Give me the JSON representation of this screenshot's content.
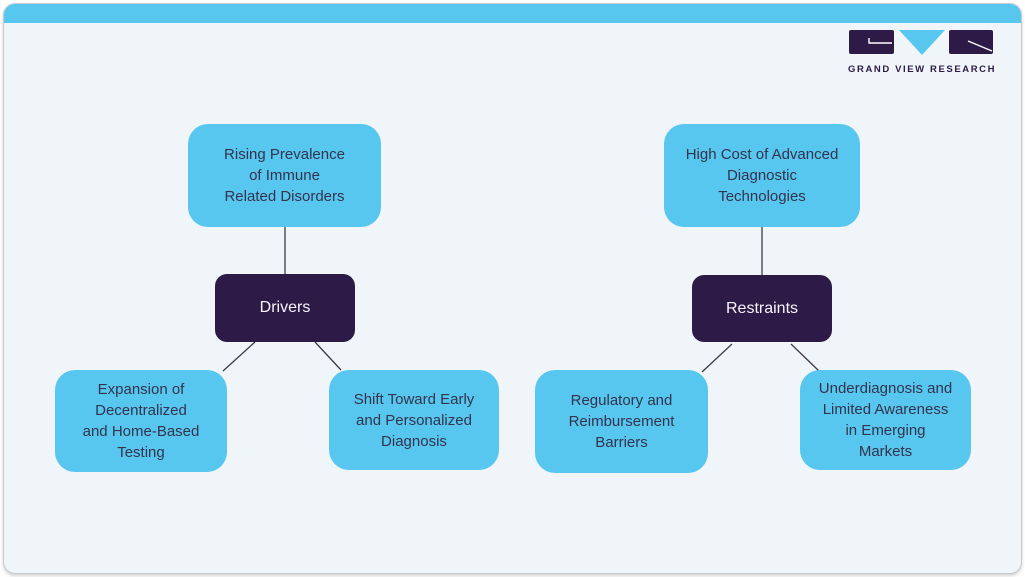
{
  "brand": {
    "logo_text": "GRAND VIEW RESEARCH",
    "logo_marks": [
      "g-mark",
      "v-mark",
      "r-mark"
    ]
  },
  "colors": {
    "accent": "#57C7F0",
    "dark": "#2E1A47",
    "bg": "#EFF5F9",
    "text": "#33334D",
    "connector": "#3f3a45"
  },
  "diagram": {
    "drivers": {
      "label": "Drivers",
      "top_factor": "Rising Prevalence\nof Immune\nRelated Disorders",
      "children": [
        "Expansion of\nDecentralized\nand Home-Based\nTesting",
        "Shift Toward Early\nand Personalized\nDiagnosis"
      ]
    },
    "restraints": {
      "label": "Restraints",
      "top_factor": "High Cost of Advanced\nDiagnostic\nTechnologies",
      "children": [
        "Regulatory and\nReimbursement\nBarriers",
        "Underdiagnosis and\nLimited Awareness\nin Emerging\nMarkets"
      ]
    }
  }
}
